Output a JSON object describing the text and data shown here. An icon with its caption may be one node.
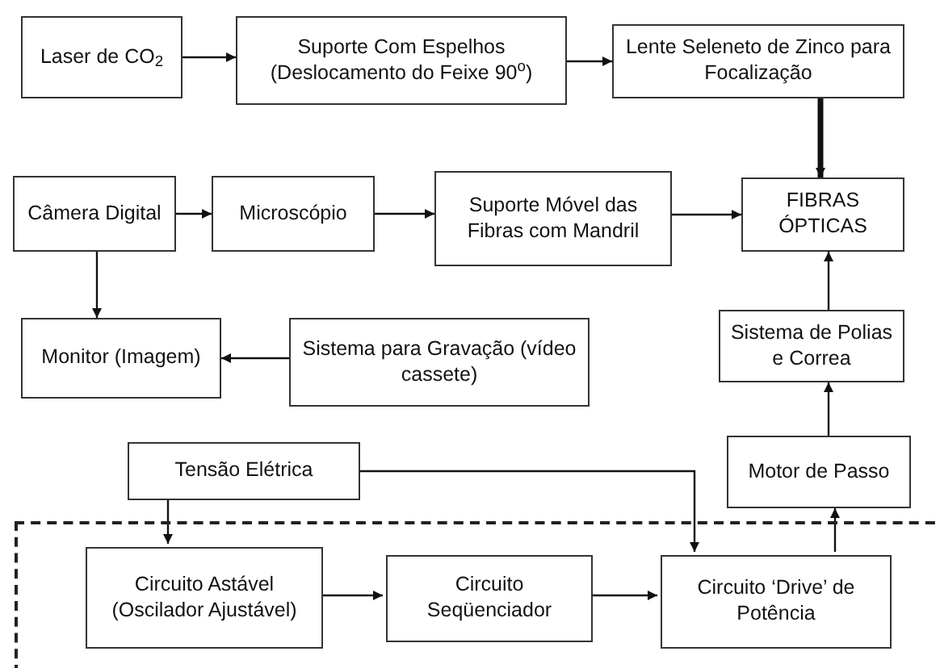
{
  "diagram": {
    "nodes": [
      {
        "text": [
          "Laser de CO$_{2}$"
        ]
      },
      {
        "text": [
          "Suporte Com Espelhos (Deslocamento do Feixe 90$^{o}$)"
        ]
      },
      {
        "text": [
          "Lente Seleneto de Zinco para Focalização"
        ]
      },
      {
        "text": [
          "Câmera Digital"
        ]
      },
      {
        "text": [
          "Microscópio"
        ]
      },
      {
        "text": [
          "Suporte Móvel das Fibras com Mandril"
        ]
      },
      {
        "text": [
          "FIBRAS ÓPTICAS"
        ]
      },
      {
        "text": [
          "Monitor (Imagem)"
        ]
      },
      {
        "text": [
          "Sistema para Gravação (vídeo cassete)"
        ]
      },
      {
        "text": [
          "Sistema de Polias e Correa"
        ]
      },
      {
        "text": [
          "Motor de Passo"
        ]
      },
      {
        "text": [
          "Tensão Elétrica"
        ]
      },
      {
        "text": [],
        "shape": "box"
      },
      {
        "text": [
          "Circuito Astável (Oscilador Ajustável)"
        ],
        "in": 12
      },
      {
        "text": [
          "Circuito Seqüenciador"
        ],
        "in": 12
      },
      {
        "text": [
          "Circuito ‘Drive’ de Potência"
        ],
        "in": 12
      }
    ],
    "edges": [
      {
        "from": 0,
        "to": 1,
        "arrow": "to"
      },
      {
        "from": 1,
        "to": 2,
        "arrow": "to"
      },
      {
        "from": 2,
        "to": 6,
        "arrow": "to",
        "style": "thick"
      },
      {
        "from": 3,
        "to": 4,
        "arrow": "to"
      },
      {
        "from": 4,
        "to": 5,
        "arrow": "to"
      },
      {
        "from": 5,
        "to": 6,
        "arrow": "to"
      },
      {
        "from": 3,
        "to": 7,
        "arrow": "to"
      },
      {
        "from": 8,
        "to": 7,
        "arrow": "to"
      },
      {
        "from": 9,
        "to": 6,
        "arrow": "to"
      },
      {
        "from": 10,
        "to": 9,
        "arrow": "to"
      },
      {
        "from": 11,
        "to": 13,
        "arrow": "to"
      },
      {
        "from": 11,
        "to": 15,
        "arrow": "to"
      },
      {
        "from": 13,
        "to": 14,
        "arrow": "to"
      },
      {
        "from": 14,
        "to": 15,
        "arrow": "to"
      },
      {
        "from": 15,
        "to": 10,
        "arrow": "to"
      }
    ]
  }
}
